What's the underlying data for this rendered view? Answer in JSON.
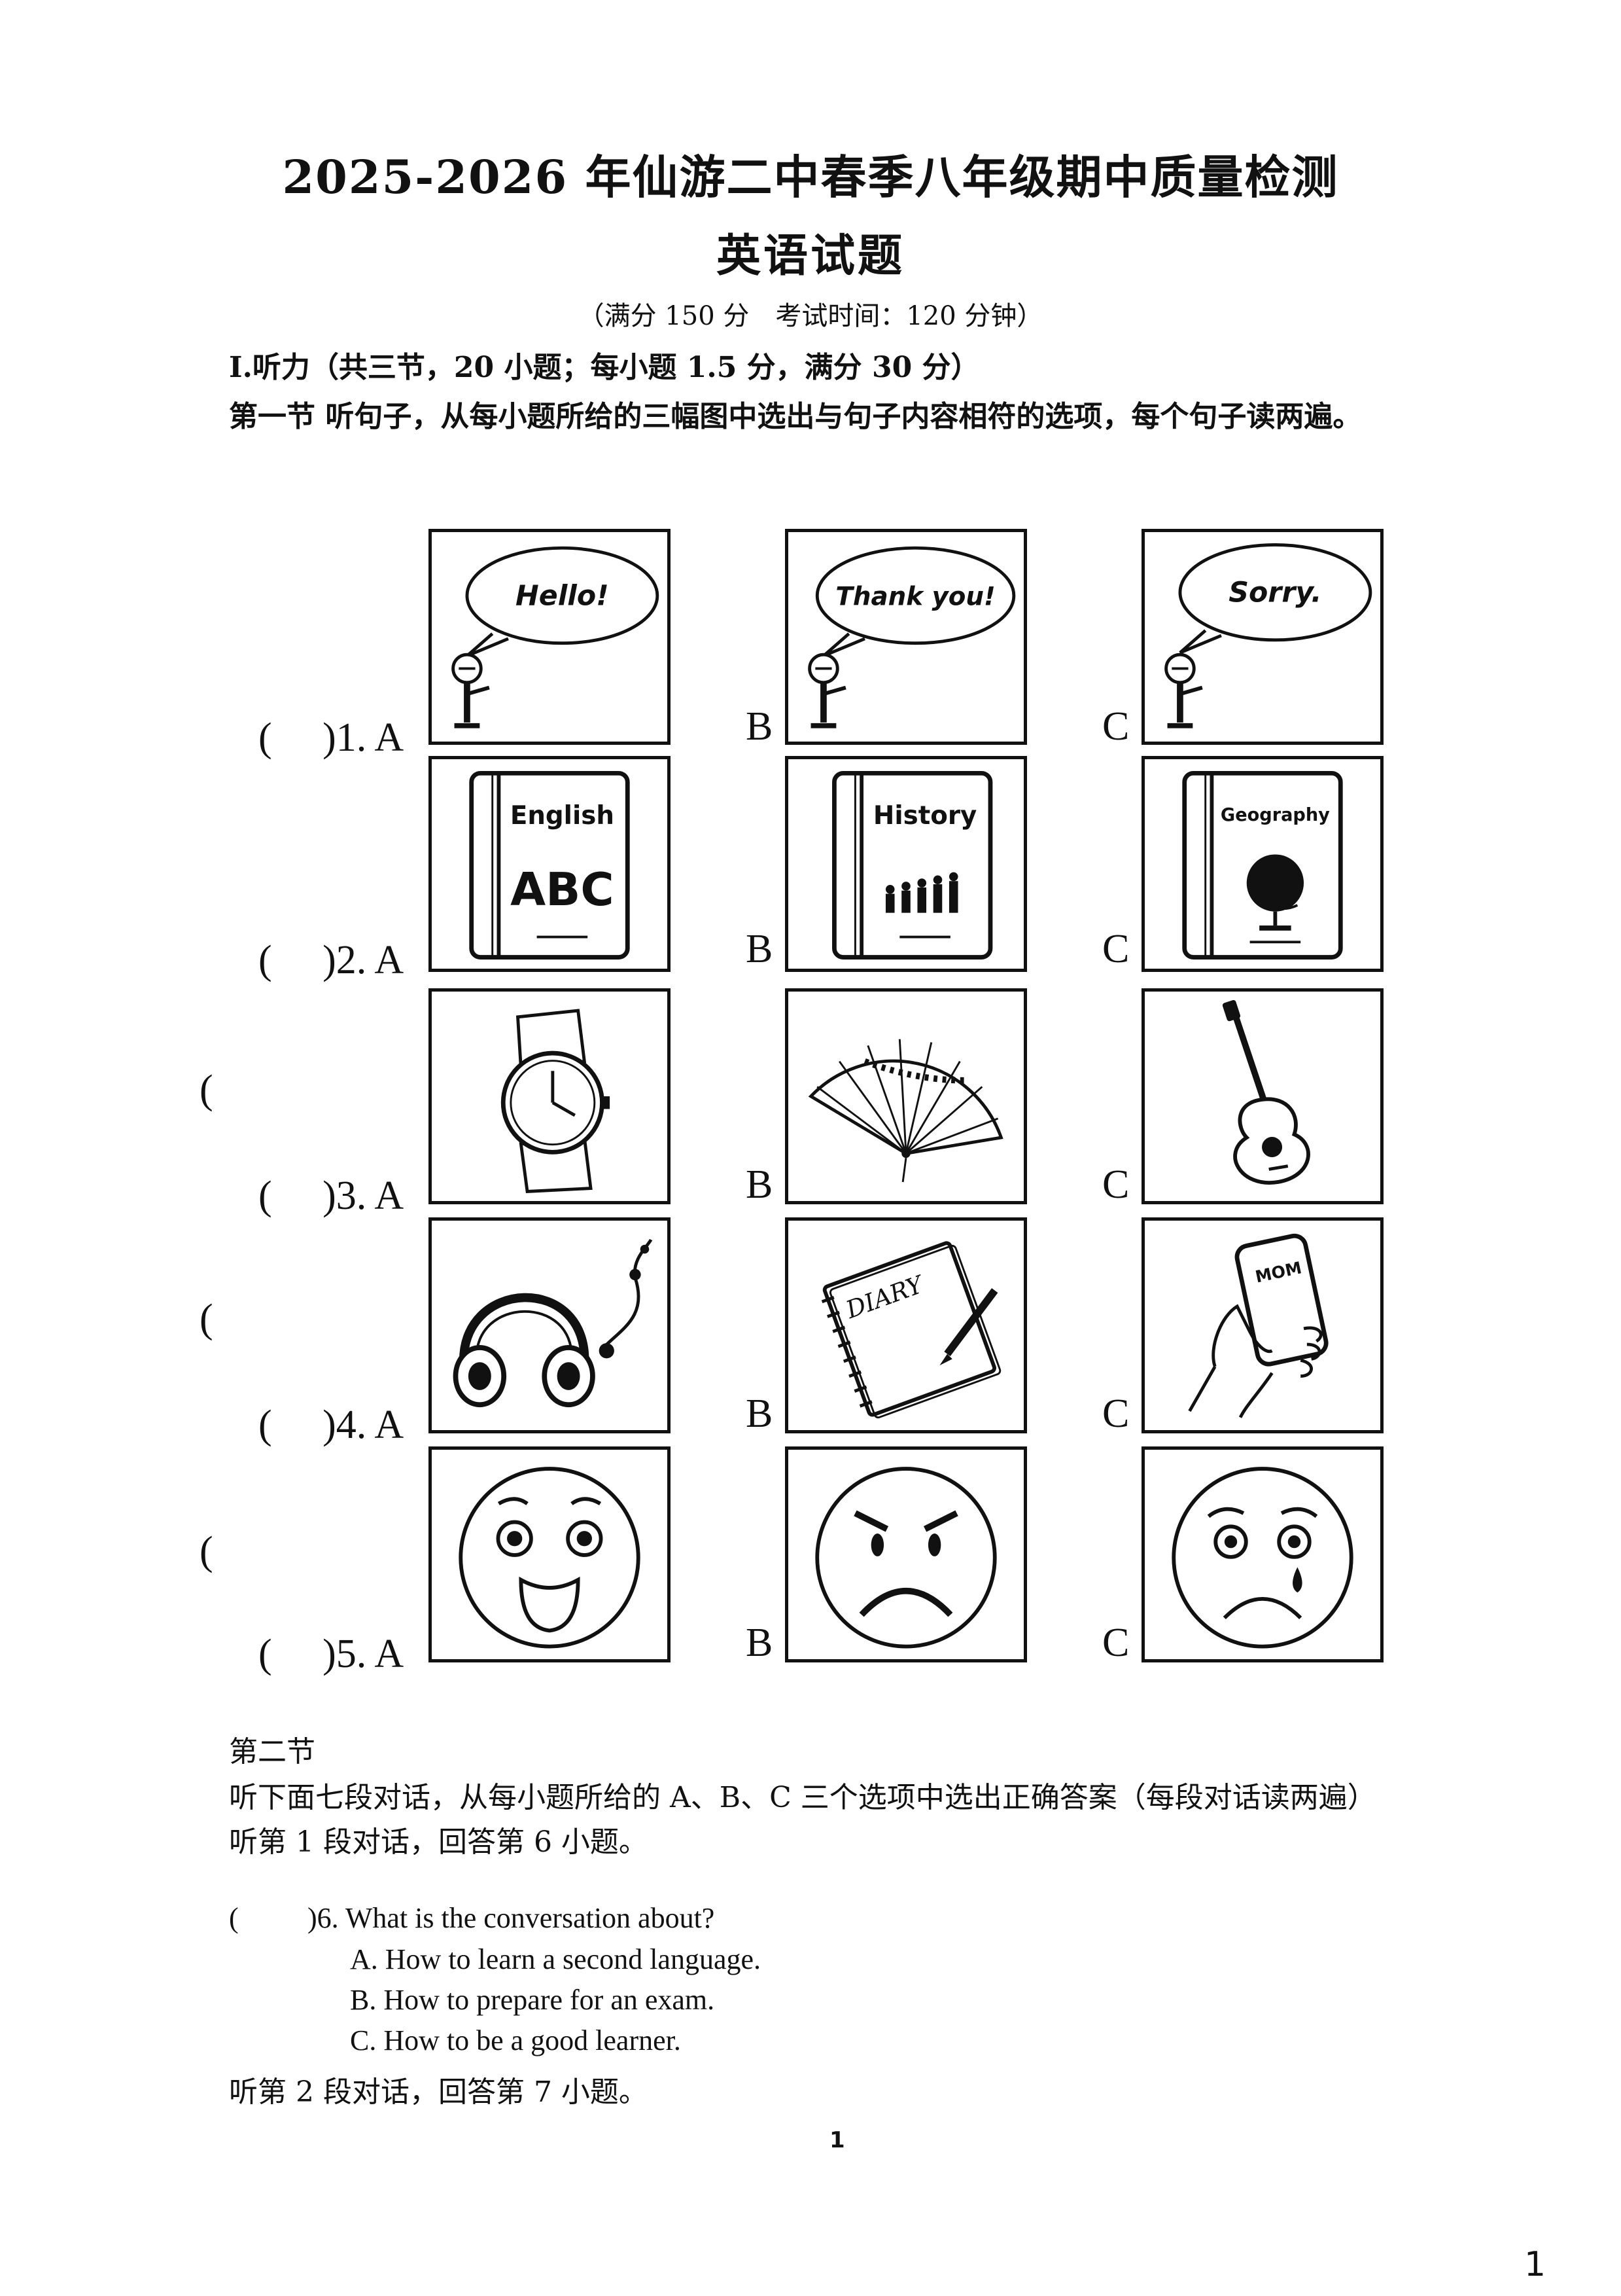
{
  "header": {
    "title": "2025-2026 年仙游二中春季八年级期中质量检测",
    "subtitle": "英语试题",
    "meta": "（满分 150 分　考试时间：120 分钟）"
  },
  "section1": {
    "heading": "I.听力（共三节，20 小题；每小题 1.5 分，满分 30 分）",
    "part1_instruction": "第一节  听句子，从每小题所给的三幅图中选出与句子内容相符的选项，每个句子读两遍。"
  },
  "picture_questions": [
    {
      "label": "(　 )1. A",
      "bubbles": [
        "Hello!",
        "Thank you!",
        "Sorry."
      ],
      "icons": [
        "speech-bubble-hello-icon",
        "speech-bubble-thank-you-icon",
        "speech-bubble-sorry-icon"
      ]
    },
    {
      "label": "(　 )2. A",
      "books": [
        "English",
        "History",
        "Geography"
      ],
      "book_art": [
        "ABC",
        "",
        ""
      ],
      "icons": [
        "english-book-icon",
        "history-book-icon",
        "geography-book-icon"
      ]
    },
    {
      "label": "(　 )3. A",
      "icons": [
        "watch-icon",
        "fan-icon",
        "guitar-icon"
      ]
    },
    {
      "label": "(　 )4. A",
      "notes": [
        "",
        "DIARY",
        "MOM"
      ],
      "icons": [
        "headphones-icon",
        "diary-icon",
        "phone-call-icon"
      ]
    },
    {
      "label": "(　 )5. A",
      "icons": [
        "happy-face-icon",
        "angry-face-icon",
        "sad-face-icon"
      ]
    }
  ],
  "option_letters": {
    "b": "B",
    "c": "C"
  },
  "stray_parens": [
    "(",
    "(",
    "("
  ],
  "section2": {
    "heading": "第二节",
    "instruction": "听下面七段对话，从每小题所给的 A、B、C 三个选项中选出正确答案（每段对话读两遍）",
    "dialog1": "听第 1 段对话，回答第 6 小题。",
    "q6": {
      "paren": "(",
      "stem": ")6. What is the conversation about?",
      "options": [
        "A. How to learn a second language.",
        "B. How to prepare for an exam.",
        "C. How to be a good learner."
      ]
    },
    "dialog2": "听第 2 段对话，回答第 7 小题。"
  },
  "footer": {
    "page_number": "1",
    "corner_number": "1"
  }
}
